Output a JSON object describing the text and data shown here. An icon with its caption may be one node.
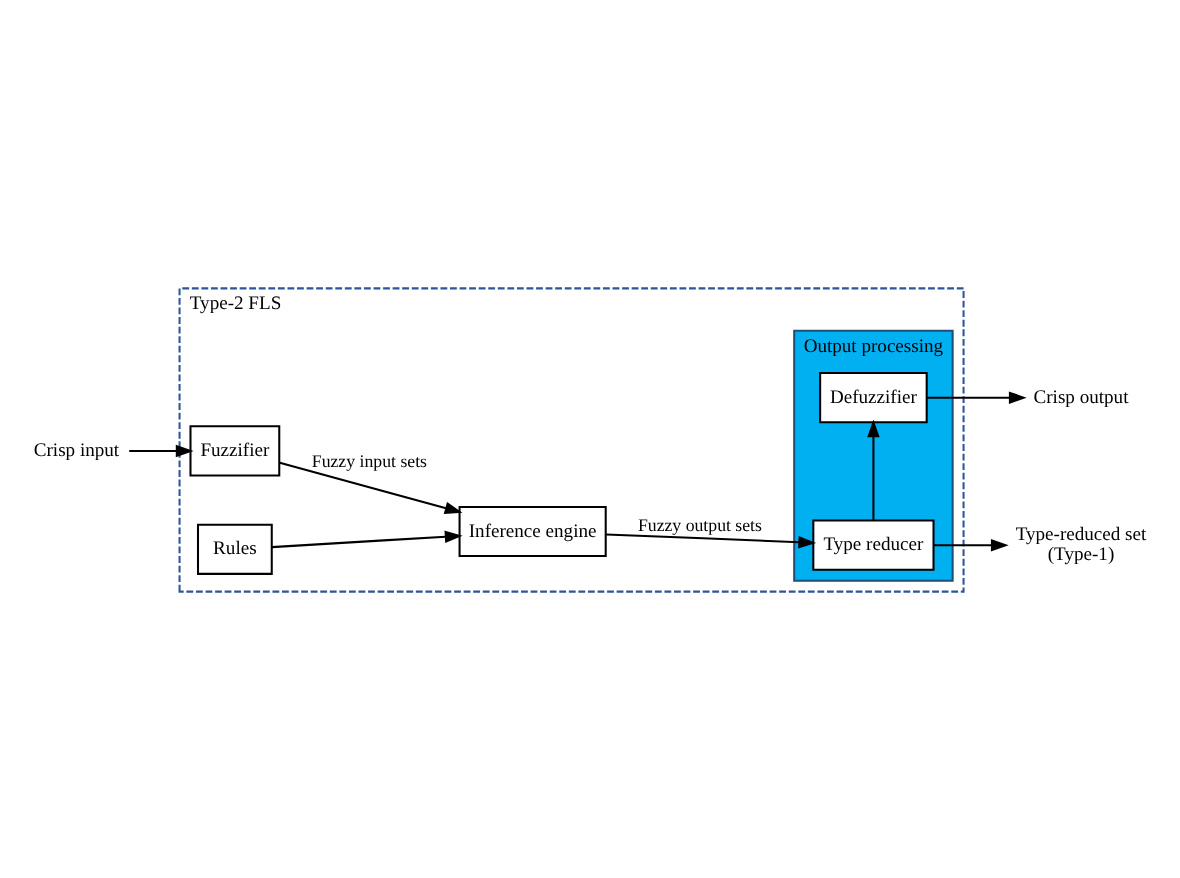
{
  "diagram": {
    "nodes": [
      {
        "text": [
          "Type-2 FLS"
        ]
      },
      {
        "text": [
          "Output processing"
        ],
        "in": 0
      },
      {
        "text": [
          "Crisp input"
        ]
      },
      {
        "text": [
          "Fuzzifier"
        ],
        "in": 0
      },
      {
        "text": [
          "Rules"
        ],
        "in": 0
      },
      {
        "text": [
          "Inference engine"
        ],
        "in": 0
      },
      {
        "text": [
          "Defuzzifier"
        ],
        "in": 1
      },
      {
        "text": [
          "Type reducer"
        ],
        "in": 1
      },
      {
        "text": [
          "Crisp output"
        ]
      },
      {
        "text": [
          "Type-reduced set (Type-1)"
        ]
      }
    ],
    "edges": [
      {
        "from": 2,
        "to": 3,
        "arrow": "to"
      },
      {
        "from": 3,
        "to": 5,
        "arrow": "to",
        "label": "Fuzzy input sets"
      },
      {
        "from": 4,
        "to": 5,
        "arrow": "to"
      },
      {
        "from": 5,
        "to": 7,
        "arrow": "to",
        "label": "Fuzzy output sets"
      },
      {
        "from": 7,
        "to": 6,
        "arrow": "to"
      },
      {
        "from": 6,
        "to": 8,
        "arrow": "to"
      },
      {
        "from": 7,
        "to": 9,
        "arrow": "to"
      }
    ]
  }
}
